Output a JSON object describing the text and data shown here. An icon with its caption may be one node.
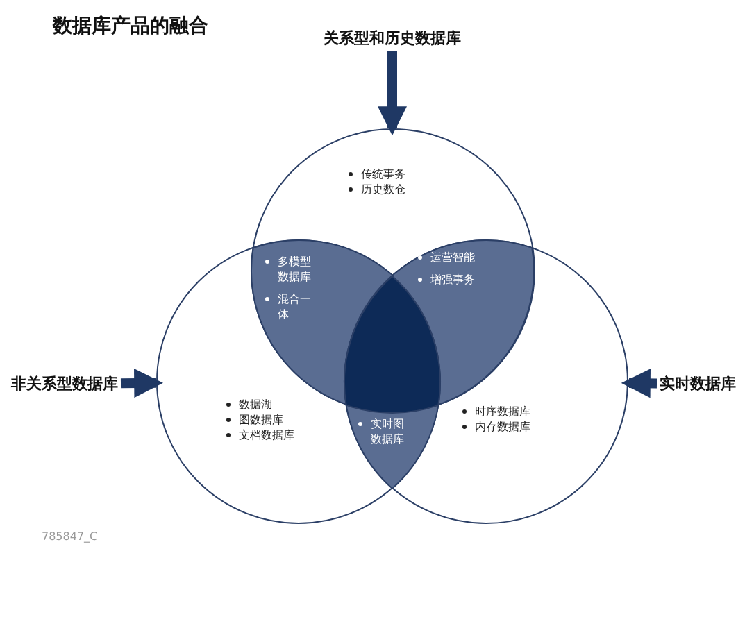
{
  "diagram": {
    "title": "数据库产品的融合",
    "nodes": [
      {
        "text": [
          "关系型和历史数据库"
        ]
      },
      {
        "text": [
          "传统事务",
          "历史数仓"
        ]
      },
      {
        "text": [
          "非关系型数据库"
        ]
      },
      {
        "text": [
          "数据湖",
          "图数据库",
          "文档数据库"
        ]
      },
      {
        "text": [
          "实时数据库"
        ]
      },
      {
        "text": [
          "时序数据库",
          "内存数据库"
        ]
      },
      {
        "text": [
          "多模型数据库",
          "混合一体"
        ]
      },
      {
        "text": [
          "运营智能",
          "增强事务"
        ]
      },
      {
        "text": [
          "实时图数据库"
        ]
      },
      {
        "text": [],
        "shape": "triangle"
      }
    ],
    "edges": [
      {
        "from": 0,
        "to": 1,
        "arrow": "to"
      },
      {
        "from": 2,
        "to": 3,
        "arrow": "to"
      },
      {
        "from": 4,
        "to": 5,
        "arrow": "to"
      }
    ],
    "labels": [
      "785847_C"
    ]
  }
}
